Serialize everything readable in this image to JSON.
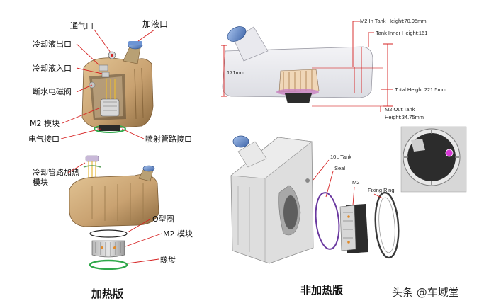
{
  "left_top": {
    "labels": {
      "vent": "通气口",
      "fill": "加液口",
      "coolant_out": "冷却液出口",
      "coolant_in": "冷却液入口",
      "valve": "断水电磁阀",
      "m2": "M2 模块",
      "electric": "电气接口",
      "spray": "喷射管路接口"
    }
  },
  "left_bottom": {
    "labels": {
      "heater_line1": "冷却管路加热",
      "heater_line2": "模块",
      "oring": "O型圈",
      "m2": "M2 模块",
      "nut": "螺母"
    }
  },
  "right_top": {
    "labels": {
      "in_tank_height": "M2 In Tank Height:70.95mm",
      "inner_height": "Tank Inner Height:161",
      "dim_171": "171mm",
      "total_height": "Total Height:221.5mm",
      "out_tank_line1": "M2 Out Tank",
      "out_tank_line2": "Height:34.75mm"
    }
  },
  "right_bottom": {
    "labels": {
      "tank": "10L Tank",
      "seal": "Seal",
      "m2": "M2",
      "fixing_ring": "Fixing Ring"
    }
  },
  "captions": {
    "heated": "加热版",
    "non_heated": "非加热版"
  },
  "watermark": "头条 @车域堂",
  "colors": {
    "tank_tan": "#c9a271",
    "tank_dark": "#8c6a3f",
    "cap_blue": "#5b86c9",
    "ring_green": "#2fa84a",
    "ring_purple": "#6b3aa0",
    "accent_red": "#d62020"
  }
}
